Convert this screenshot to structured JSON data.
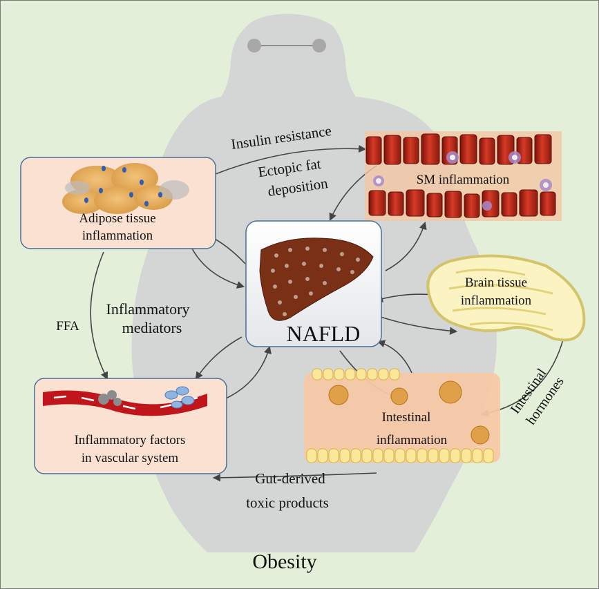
{
  "title": "Obesity",
  "center": {
    "label": "NAFLD"
  },
  "nodes": {
    "adipose": {
      "line1": "Adipose tissue",
      "line2": "inflammation"
    },
    "sm": {
      "label": "SM inflammation"
    },
    "brain": {
      "line1": "Brain tissue",
      "line2": "inflammation"
    },
    "vascular": {
      "line1": "Inflammatory factors",
      "line2": "in vascular system"
    },
    "intestinal": {
      "line1": "Intestinal",
      "line2": "inflammation"
    }
  },
  "edge_labels": {
    "insulin": "Insulin resistance",
    "ectopic1": "Ectopic fat",
    "ectopic2": "deposition",
    "ffa": "FFA",
    "mediators1": "Inflammatory",
    "mediators2": "mediators",
    "hormones1": "Intestinal",
    "hormones2": "hormones",
    "gut1": "Gut-derived",
    "gut2": "toxic products"
  },
  "colors": {
    "background": "#e3efd9",
    "silhouette": "#d4d6d6",
    "box_fill": "#fbe1d2",
    "box_border": "#4a6e9a",
    "muscle": "#b8231a",
    "liver": "#7a3015",
    "vessel": "#c0161b"
  }
}
